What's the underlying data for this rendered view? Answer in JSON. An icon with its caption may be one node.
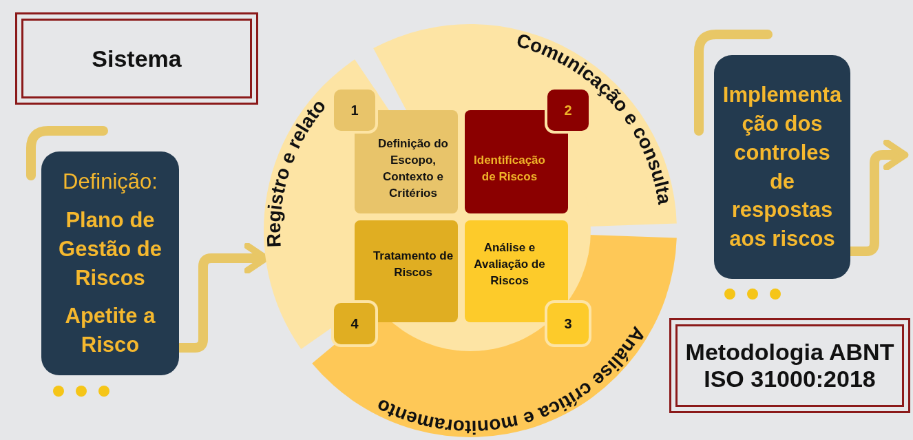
{
  "diagram": {
    "nodes": [
      {
        "text": [
          "Sistema"
        ]
      },
      {
        "text": [
          "Definição:",
          "Plano de Gestão de Riscos",
          "Apetite a Risco"
        ]
      },
      {
        "text": [
          "Registro e relato",
          "Comunicação e consulta",
          "Análise crítica e monitoramento"
        ]
      },
      {
        "text": [
          "Definição do Escopo, Contexto e Critérios"
        ],
        "in": 2,
        "beside": [
          "1"
        ]
      },
      {
        "text": [
          "Identificação de Riscos"
        ],
        "in": 2,
        "beside": [
          "2"
        ]
      },
      {
        "text": [
          "Tratamento de Riscos"
        ],
        "in": 2,
        "beside": [
          "4"
        ]
      },
      {
        "text": [
          "Análise e Avaliação de Riscos"
        ],
        "in": 2,
        "beside": [
          "3"
        ]
      },
      {
        "text": [
          "Implementação dos controles de respostas aos riscos"
        ]
      },
      {
        "text": [
          "Metodologia ABNT ISO 31000:2018"
        ]
      }
    ],
    "edges": [
      {
        "from": 1,
        "to": 2,
        "arrow": "to"
      },
      {
        "from": 7,
        "to": null,
        "arrow": "to"
      }
    ]
  }
}
